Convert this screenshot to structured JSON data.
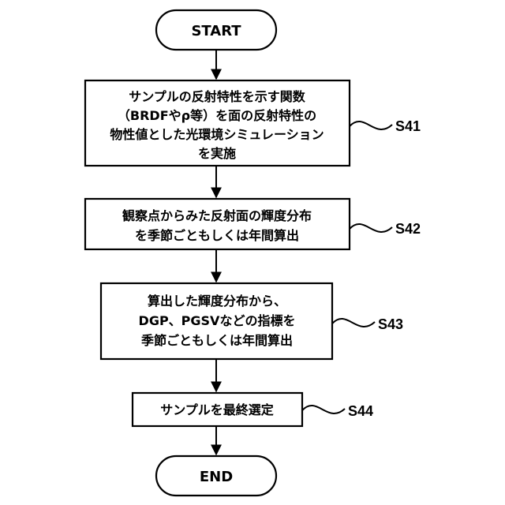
{
  "nodes": {
    "start": {
      "label": "START"
    },
    "s41": {
      "lines": [
        "サンプルの反射特性を示す関数",
        "（BRDFやρ等）を面の反射特性の",
        "物性値とした光環境シミュレーション",
        "を実施"
      ]
    },
    "s42": {
      "lines": [
        "観察点からみた反射面の輝度分布",
        "を季節ごともしくは年間算出"
      ]
    },
    "s43": {
      "lines": [
        "算出した輝度分布から、",
        "DGP、PGSVなどの指標を",
        "季節ごともしくは年間算出"
      ]
    },
    "s44": {
      "lines": [
        "サンプルを最終選定"
      ]
    },
    "end": {
      "label": "END"
    }
  },
  "step_labels": {
    "s41": "S41",
    "s42": "S42",
    "s43": "S43",
    "s44": "S44"
  }
}
